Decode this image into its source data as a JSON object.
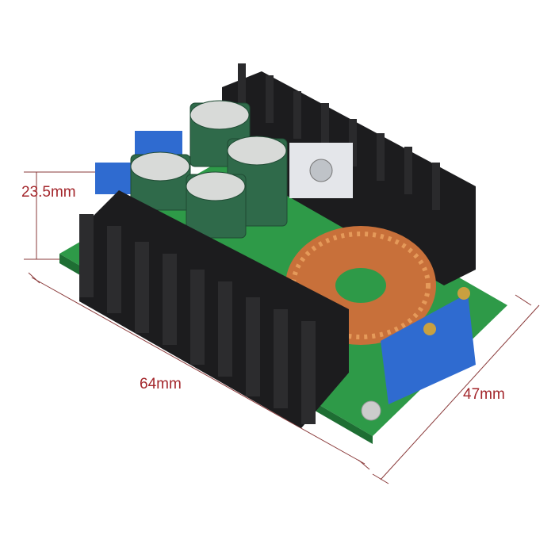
{
  "dimensions": {
    "height_label": "23.5mm",
    "length_label": "64mm",
    "width_label": "47mm"
  },
  "colors": {
    "label": "#a3262b",
    "dimension_line": "#8a3a3a",
    "pcb": "#2e9a48",
    "heatsink": "#1c1c1e",
    "capacitor": "#2f6a4a",
    "coil": "#c8703a",
    "potentiometer": "#2f6bd0"
  }
}
